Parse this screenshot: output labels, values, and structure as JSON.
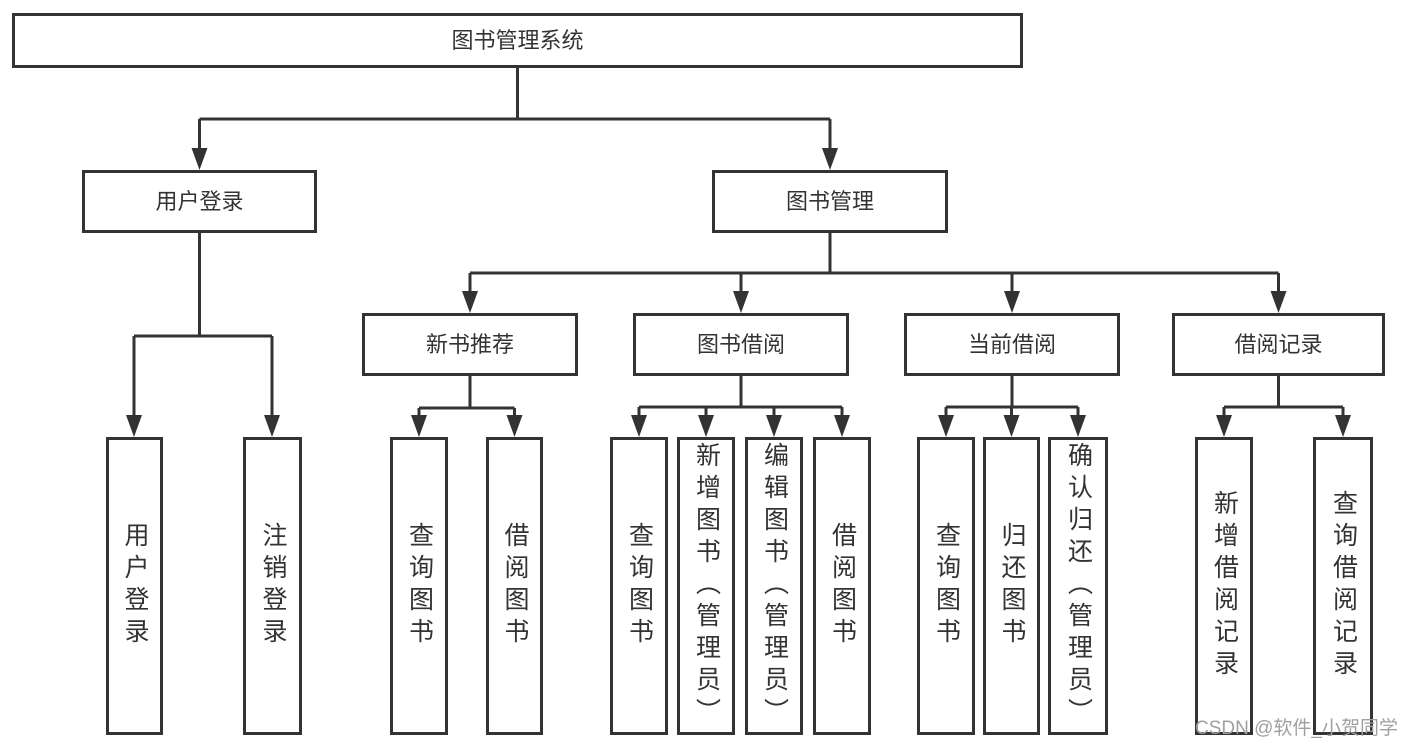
{
  "diagram": {
    "tree": {
      "label": "图书管理系统",
      "children": [
        {
          "label": "用户登录",
          "children": [
            {
              "label": "用户登录"
            },
            {
              "label": "注销登录"
            }
          ]
        },
        {
          "label": "图书管理",
          "children": [
            {
              "label": "新书推荐",
              "children": [
                {
                  "label": "查询图书"
                },
                {
                  "label": "借阅图书"
                }
              ]
            },
            {
              "label": "图书借阅",
              "children": [
                {
                  "label": "查询图书"
                },
                {
                  "label": "新增图书（管理员）"
                },
                {
                  "label": "编辑图书（管理员）"
                },
                {
                  "label": "借阅图书"
                }
              ]
            },
            {
              "label": "当前借阅",
              "children": [
                {
                  "label": "查询图书"
                },
                {
                  "label": "归还图书"
                },
                {
                  "label": "确认归还（管理员）"
                }
              ]
            },
            {
              "label": "借阅记录",
              "children": [
                {
                  "label": "新增借阅记录"
                },
                {
                  "label": "查询借阅记录"
                }
              ]
            }
          ]
        }
      ]
    },
    "colors": {
      "line": "#333333",
      "text": "#333333",
      "box_fill": "#ffffff",
      "watermark": "#a0a0a0"
    }
  },
  "watermark": {
    "text": "CSDN @软件_小贺同学"
  }
}
